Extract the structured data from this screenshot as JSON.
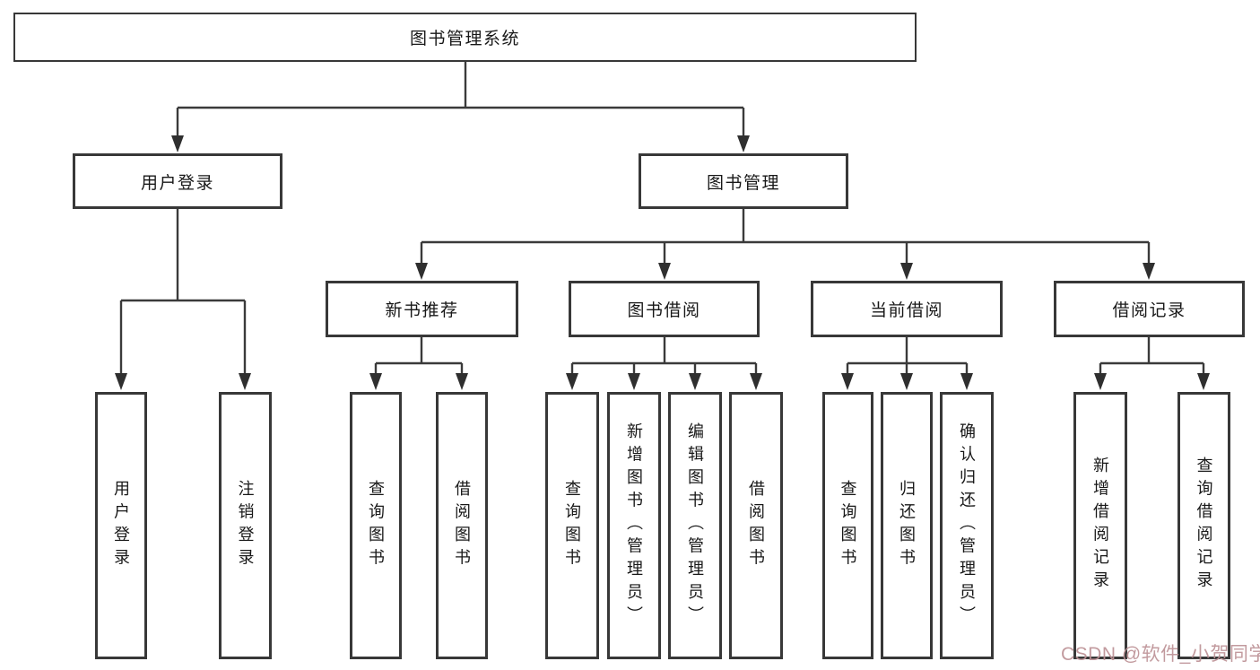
{
  "tree": {
    "root": {
      "label": "图书管理系统"
    },
    "level2": [
      {
        "label": "用户登录",
        "children": [
          {
            "label": "用户登录"
          },
          {
            "label": "注销登录"
          }
        ]
      },
      {
        "label": "图书管理",
        "children": [
          {
            "label": "新书推荐",
            "children": [
              {
                "label": "查询图书"
              },
              {
                "label": "借阅图书"
              }
            ]
          },
          {
            "label": "图书借阅",
            "children": [
              {
                "label": "查询图书"
              },
              {
                "label": "新增图书（管理员）"
              },
              {
                "label": "编辑图书（管理员）"
              },
              {
                "label": "借阅图书"
              }
            ]
          },
          {
            "label": "当前借阅",
            "children": [
              {
                "label": "查询图书"
              },
              {
                "label": "归还图书"
              },
              {
                "label": "确认归还（管理员）"
              }
            ]
          },
          {
            "label": "借阅记录",
            "children": [
              {
                "label": "新增借阅记录"
              },
              {
                "label": "查询借阅记录"
              }
            ]
          }
        ]
      }
    ]
  },
  "watermark": {
    "text": "CSDN @软件_小贺同学",
    "color": "#bd9296"
  },
  "colors": {
    "line": "#3a3a3a",
    "arrow": "#2f2f2f",
    "box_border": "#383838",
    "background": "#ffffff",
    "text": "#181818"
  }
}
